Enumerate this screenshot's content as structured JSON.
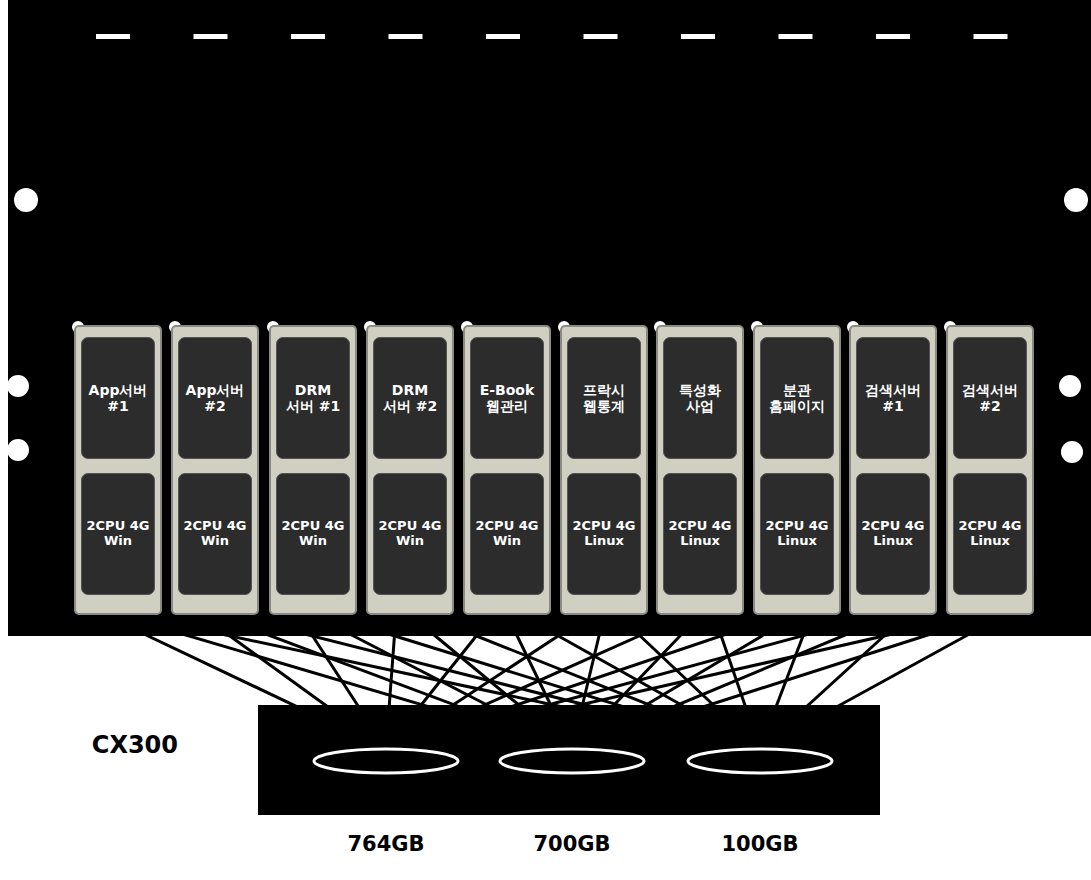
{
  "diagram": {
    "nodes": [
      {
        "text": [
          "App서버 #1",
          "2CPU 4G Win"
        ]
      },
      {
        "text": [
          "App서버 #2",
          "2CPU 4G Win"
        ]
      },
      {
        "text": [
          "DRM 서버 #1",
          "2CPU 4G Win"
        ]
      },
      {
        "text": [
          "DRM 서버 #2",
          "2CPU 4G Win"
        ]
      },
      {
        "text": [
          "E-Book 웹관리",
          "2CPU 4G Win"
        ]
      },
      {
        "text": [
          "프락시 웹통계",
          "2CPU 4G Linux"
        ]
      },
      {
        "text": [
          "특성화 사업",
          "2CPU 4G Linux"
        ]
      },
      {
        "text": [
          "분관 홈페이지",
          "2CPU 4G Linux"
        ]
      },
      {
        "text": [
          "검색서버 #1",
          "2CPU 4G Linux"
        ]
      },
      {
        "text": [
          "검색서버 #2",
          "2CPU 4G Linux"
        ]
      },
      {
        "text": [
          "CX300"
        ]
      },
      {
        "text": [
          "764GB"
        ],
        "in": 10
      },
      {
        "text": [
          "700GB"
        ],
        "in": 10
      },
      {
        "text": [
          "100GB"
        ],
        "in": 10
      }
    ],
    "edges": [
      {
        "from": 0,
        "to": 11,
        "arrow": "none"
      },
      {
        "from": 0,
        "to": 12,
        "arrow": "none"
      },
      {
        "from": 0,
        "to": 13,
        "arrow": "none"
      },
      {
        "from": 1,
        "to": 11,
        "arrow": "none"
      },
      {
        "from": 1,
        "to": 12,
        "arrow": "none"
      },
      {
        "from": 1,
        "to": 13,
        "arrow": "none"
      },
      {
        "from": 2,
        "to": 11,
        "arrow": "none"
      },
      {
        "from": 2,
        "to": 12,
        "arrow": "none"
      },
      {
        "from": 2,
        "to": 13,
        "arrow": "none"
      },
      {
        "from": 3,
        "to": 11,
        "arrow": "none"
      },
      {
        "from": 3,
        "to": 12,
        "arrow": "none"
      },
      {
        "from": 3,
        "to": 13,
        "arrow": "none"
      },
      {
        "from": 4,
        "to": 11,
        "arrow": "none"
      },
      {
        "from": 4,
        "to": 12,
        "arrow": "none"
      },
      {
        "from": 4,
        "to": 13,
        "arrow": "none"
      },
      {
        "from": 5,
        "to": 11,
        "arrow": "none"
      },
      {
        "from": 5,
        "to": 12,
        "arrow": "none"
      },
      {
        "from": 5,
        "to": 13,
        "arrow": "none"
      },
      {
        "from": 6,
        "to": 11,
        "arrow": "none"
      },
      {
        "from": 6,
        "to": 12,
        "arrow": "none"
      },
      {
        "from": 6,
        "to": 13,
        "arrow": "none"
      },
      {
        "from": 7,
        "to": 11,
        "arrow": "none"
      },
      {
        "from": 7,
        "to": 12,
        "arrow": "none"
      },
      {
        "from": 7,
        "to": 13,
        "arrow": "none"
      },
      {
        "from": 8,
        "to": 11,
        "arrow": "none"
      },
      {
        "from": 8,
        "to": 12,
        "arrow": "none"
      },
      {
        "from": 8,
        "to": 13,
        "arrow": "none"
      },
      {
        "from": 9,
        "to": 11,
        "arrow": "none"
      },
      {
        "from": 9,
        "to": 12,
        "arrow": "none"
      },
      {
        "from": 9,
        "to": 13,
        "arrow": "none"
      }
    ]
  }
}
